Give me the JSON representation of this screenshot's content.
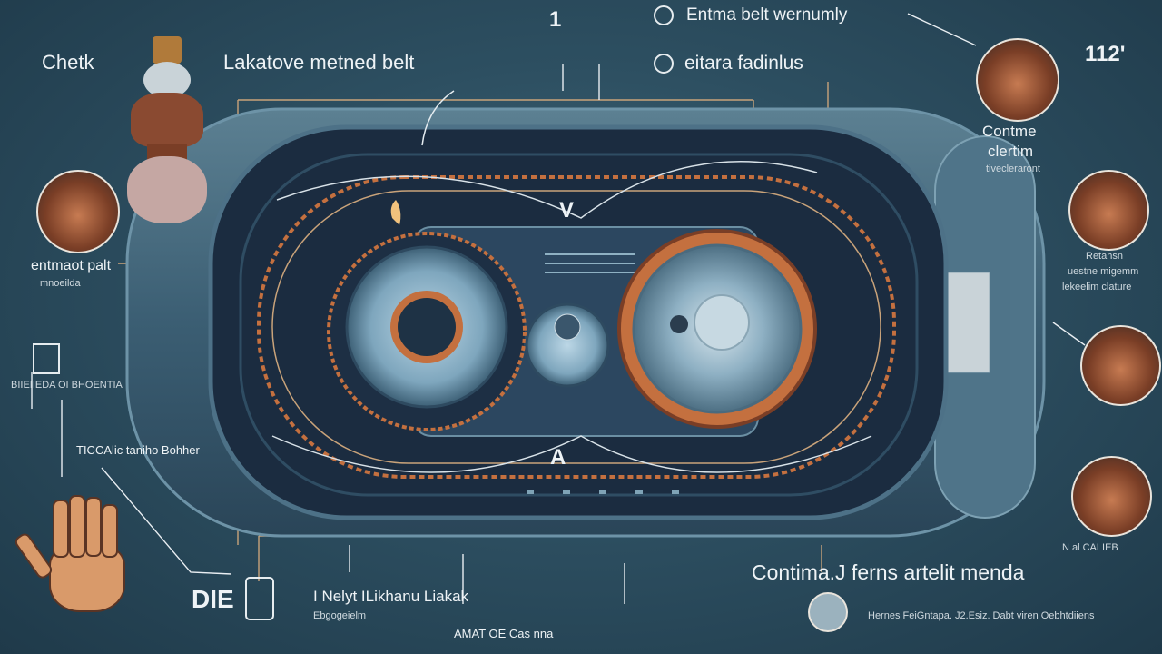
{
  "labels": {
    "top_left_title": "Chetk",
    "top_center_title": "Lakatove metned belt",
    "top_right_line1": "Entma belt wernumly",
    "top_right_line2": "eitara fadinlus",
    "top_right_number": "112'",
    "top_center_mark": "1",
    "right_label_1_line1": "Contme",
    "right_label_1_line2": "clertim",
    "right_label_1_line3": "tivecleraront",
    "right_label_2_line1": "Retahsn",
    "right_label_2_line2": "uestne migemm",
    "right_label_2_line3": "lekeelim clature",
    "right_bottom_small": "N al CALIEB",
    "left_label_1_line1": "entmaot palt",
    "left_label_1_line2": "mnoeilda",
    "left_label_2": "BIIEIIEDA OI BHOENTIA",
    "left_label_3": "TICCAlic taniho Bohher",
    "bottom_left_code": "DIE",
    "bottom_center_line1": "I Nelyt ILikhanu Liakak",
    "bottom_center_line2": "Ebgogeielm",
    "bottom_center_bottom": "AMAT OE Cas nna",
    "bottom_right_title": "Contima.J ferns artelit menda",
    "bottom_right_small": "Hernes FeiGntapa. J2.Esiz. Dabt viren Oebhtdiiens",
    "marker_top": "V",
    "marker_bottom": "A"
  },
  "icons": {
    "left_top_object": "bottle-icon",
    "left_disc": "bowl-icon",
    "hand": "hand-icon",
    "right_1": "belt-roll-icon",
    "right_2": "coil-icon",
    "right_3": "panel-icon",
    "right_4": "cup-icon",
    "gear_small": "gear-icon"
  },
  "colors": {
    "accent_copper": "#c4703f",
    "line_tan": "#c9a37a",
    "body_dark": "#1b2c40",
    "rim_blue": "#4d7187"
  }
}
